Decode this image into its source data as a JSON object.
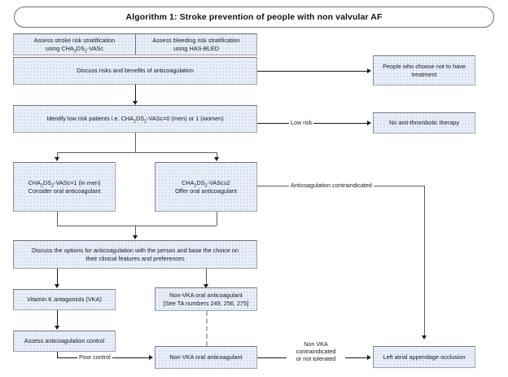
{
  "title": "Algorithm 1: Stroke prevention of people with non valvular AF",
  "nodes": {
    "assess_stroke_risk": "Assess stroke risk stratification using CHA2DS2-VASc",
    "assess_bleeding_risk": "Assess bleeding risk stratification using HAS-BLED",
    "discuss_risks": "Discuss risks and benefits of anticoagulation",
    "no_treatment": "People who choose not to have treatment",
    "identify_low_risk": "Identify low risk patients i.e. CHA2DS2-VASc=0 (men) or 1 (women)",
    "no_antithrombotic": "No anti-thrombotic therapy",
    "score_one_men": "CHA2DS2-VASc=1 (in men) Consider oral anticoagulant",
    "score_two_plus": "CHA2DS2-VASc≥2 Offer oral anticoagulant",
    "discuss_options": "Discuss the options for anticoagulation with the person and base the choice on their clinical features and preferences",
    "vka": "Vitamin K antagonists (VKA)",
    "non_vka_ta": "Non-VKA oral anticoagulant [See TA numbers 249, 256, 275]",
    "assess_control": "Assess anticoagulation control",
    "non_vka": "Non VKA oral anticoagulant",
    "laa_occlusion": "Left atrial appendage occlusion"
  },
  "node_lines": {
    "assess_stroke_risk_l1": "Assess stroke risk stratification",
    "assess_stroke_risk_l2_pre": "using CHA",
    "assess_stroke_risk_l2_sub1": "2",
    "assess_stroke_risk_l2_mid": "DS",
    "assess_stroke_risk_l2_sub2": "2",
    "assess_stroke_risk_l2_post": "-VASc",
    "assess_bleeding_risk_l1": "Assess bleeding risk stratification",
    "assess_bleeding_risk_l2": "using HAS-BLED",
    "discuss_risks_l1": "Discuss risks and benefits of anticoagulation",
    "no_treatment_l1": "People who choose not to have",
    "no_treatment_l2": "treatment",
    "identify_low_risk_pre": "Identify low risk patients i.e. CHA",
    "identify_low_risk_sub1": "2",
    "identify_low_risk_mid": "DS",
    "identify_low_risk_sub2": "2",
    "identify_low_risk_post": "-VASc=0 (men) or 1 (women)",
    "no_antithrombotic_l1": "No anti-thrombotic therapy",
    "score_one_pre": "CHA",
    "score_one_sub1": "2",
    "score_one_mid": "DS",
    "score_one_sub2": "2",
    "score_one_post": "-VASc=1 (in men)",
    "score_one_l2": "Consider oral anticoagulant",
    "score_two_pre": "CHA",
    "score_two_sub1": "2",
    "score_two_mid": "DS",
    "score_two_sub2": "2",
    "score_two_post": "-VASc≥2",
    "score_two_l2": "Offer oral anticoagulant",
    "discuss_options_l1": "Discuss the options for anticoagulation with the person and base the choice on",
    "discuss_options_l2": "their clinical features and preferences",
    "vka_l1": "Vitamin K antagonists (VKA)",
    "non_vka_ta_l1": "Non-VKA oral anticoagulant",
    "non_vka_ta_l2": "[See TA numbers 249, 256, 275]",
    "assess_control_l1": "Assess anticoagulation control",
    "non_vka_l1": "Non VKA oral anticoagulant",
    "laa_occlusion_l1": "Left atrial appendage occlusion"
  },
  "edge_labels": {
    "low_risk": "Low risk",
    "anticoag_contraindicated": "Anticoagulation contraindicated",
    "poor_control": "Poor control",
    "non_vka_contra_l1": "Non VKA",
    "non_vka_contra_l2": "contraindicated",
    "non_vka_contra_l3": "or not tolerated"
  },
  "colors": {
    "box_fill": "#e9eff8",
    "box_border": "#9fa3ab",
    "box_border_dark": "#6e7179",
    "line": "#1b1b1b",
    "dashed_line": "#b4b4b4",
    "text": "#141824",
    "page_background": "#ffffff"
  }
}
